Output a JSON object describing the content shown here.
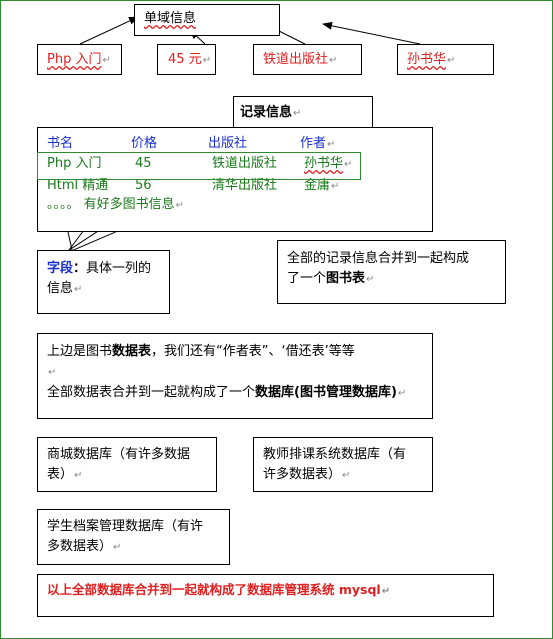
{
  "single_info": {
    "title": "单域信息"
  },
  "fields": [
    {
      "text": "Php 入门"
    },
    {
      "text": "45 元"
    },
    {
      "text": "铁道出版社"
    },
    {
      "text": "孙书华"
    }
  ],
  "record": {
    "title": "记录信息",
    "headers": [
      "书名",
      "价格",
      "出版社",
      "作者"
    ],
    "rows": [
      [
        "Php 入门",
        "45",
        "铁道出版社",
        "孙书华"
      ],
      [
        "Html 精通",
        "56",
        "清华出版社",
        "金庸"
      ]
    ],
    "more": "。。。。 有好多图书信息"
  },
  "field_box": {
    "bold": "字段",
    "colon": "：",
    "rest1": "具体一列的",
    "rest2": "信息"
  },
  "table_note": {
    "line1": "全部的记录信息合并到一起构成",
    "line2_pre": "了一个",
    "line2_bold": "图书表"
  },
  "db_box": {
    "line1_pre": "上边是图书",
    "line1_bold": "数据表",
    "line1_post": "，我们还有“作者表”、‘借还表’等等",
    "line3_pre": "全部数据表合并到一起就构成了一个",
    "line3_bold": "数据库(图书管理数据库)"
  },
  "shop_db": {
    "line1": "商城数据库（有许多数据",
    "line2": "表）"
  },
  "teacher_db": {
    "line1": "教师排课系统数据库（有",
    "line2": "许多数据表）"
  },
  "student_db": {
    "line1": "学生档案管理数据库（有许",
    "line2": "多数据表）"
  },
  "summary": {
    "text": "以上全部数据库合并到一起就构成了数据库管理系统 mysql"
  },
  "return_mark": "↵"
}
